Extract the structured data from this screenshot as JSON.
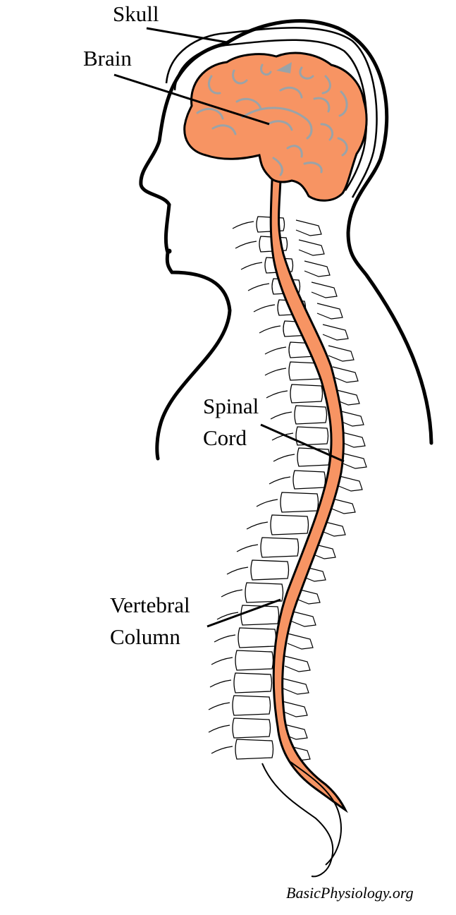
{
  "labels": {
    "skull": "Skull",
    "brain": "Brain",
    "spinal_line1": "Spinal",
    "spinal_line2": "Cord",
    "vertebral_line1": "Vertebral",
    "vertebral_line2": "Column"
  },
  "credit": "BasicPhysiology.org",
  "colors": {
    "brain_fill": "#f79463",
    "cord_fill": "#f79463",
    "gyri": "#9aa3a8",
    "outline": "#000000",
    "background": "#ffffff"
  }
}
